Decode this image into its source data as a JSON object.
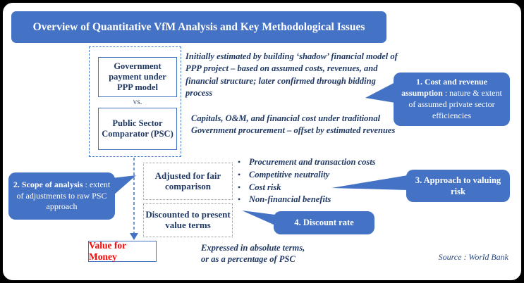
{
  "title": "Overview of Quantitative VfM Analysis and Key Methodological Issues",
  "comparison": {
    "ppp_label": "Government payment under PPP model",
    "vs_label": "vs.",
    "psc_label": "Public Sector Comparator (PSC)"
  },
  "descriptions": {
    "ppp": "Initially estimated by building ‘shadow’ financial model of PPP project – based on assumed costs, revenues, and financial structure; later confirmed through bidding process",
    "psc": "Capitals, O&M, and financial cost under traditional Government procurement – offset by estimated revenues"
  },
  "adjustments": [
    "Procurement and transaction costs",
    "Competitive neutrality",
    "Cost risk",
    "Non-financial benefits"
  ],
  "flow": {
    "adjusted_label": "Adjusted for fair comparison",
    "discounted_label": "Discounted to present value terms",
    "result_label": "Value for Money",
    "result_note": "Expressed in absolute terms,\nor as a percentage of PSC"
  },
  "callouts": [
    {
      "bold": "1. Cost and revenue assumption",
      "rest": " : nature & extent of assumed private sector efficiencies"
    },
    {
      "bold": "2. Scope of analysis",
      "rest": " : extent of adjustments to raw PSC approach"
    },
    {
      "bold": "3. Approach to valuing risk",
      "rest": ""
    },
    {
      "bold": "4. Discount rate",
      "rest": ""
    }
  ],
  "source": "Source : World Bank",
  "colors": {
    "accent": "#4472c4",
    "navy": "#1f3864",
    "red": "#ff0000"
  }
}
